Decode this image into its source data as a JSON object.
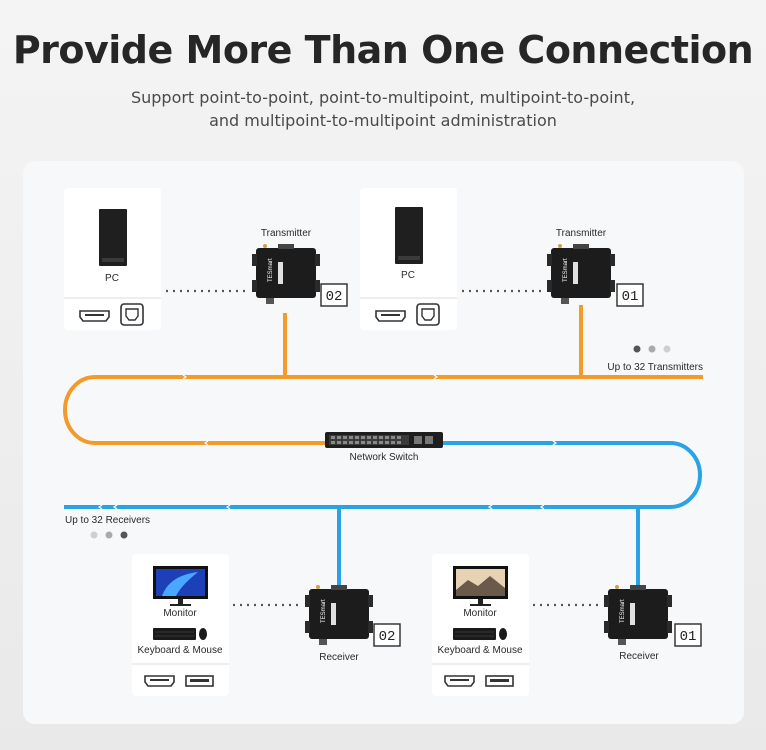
{
  "header": {
    "title": "Provide More Than One Connection",
    "subtitle_line1": "Support point-to-point, point-to-multipoint, multipoint-to-point,",
    "subtitle_line2": "and multipoint-to-multipoint administration"
  },
  "transmitters": [
    {
      "source_label": "PC",
      "device_label": "Transmitter",
      "id_display": "02",
      "device_brand": "TESmart"
    },
    {
      "source_label": "PC",
      "device_label": "Transmitter",
      "id_display": "01",
      "device_brand": "TESmart"
    }
  ],
  "receivers": [
    {
      "display_label": "Monitor",
      "input_label": "Keyboard & Mouse",
      "device_label": "Receiver",
      "id_display": "02",
      "device_brand": "TESmart"
    },
    {
      "display_label": "Monitor",
      "input_label": "Keyboard & Mouse",
      "device_label": "Receiver",
      "id_display": "01",
      "device_brand": "TESmart"
    }
  ],
  "network": {
    "switch_label": "Network Switch",
    "transmitters_note": "Up to 32 Transmitters",
    "receivers_note": "Up to 32 Receivers"
  },
  "colors": {
    "transmit_line": "#f39a2a",
    "receive_line": "#2aa3e6",
    "device_body": "#1c1c1c",
    "card_bg": "#ffffff",
    "panel_bg": "#f7f8fa"
  },
  "icons": [
    "pc-tower-icon",
    "hdmi-port-icon",
    "usb-b-port-icon",
    "monitor-icon",
    "keyboard-icon",
    "mouse-icon",
    "usb-a-port-icon",
    "network-switch-icon"
  ]
}
